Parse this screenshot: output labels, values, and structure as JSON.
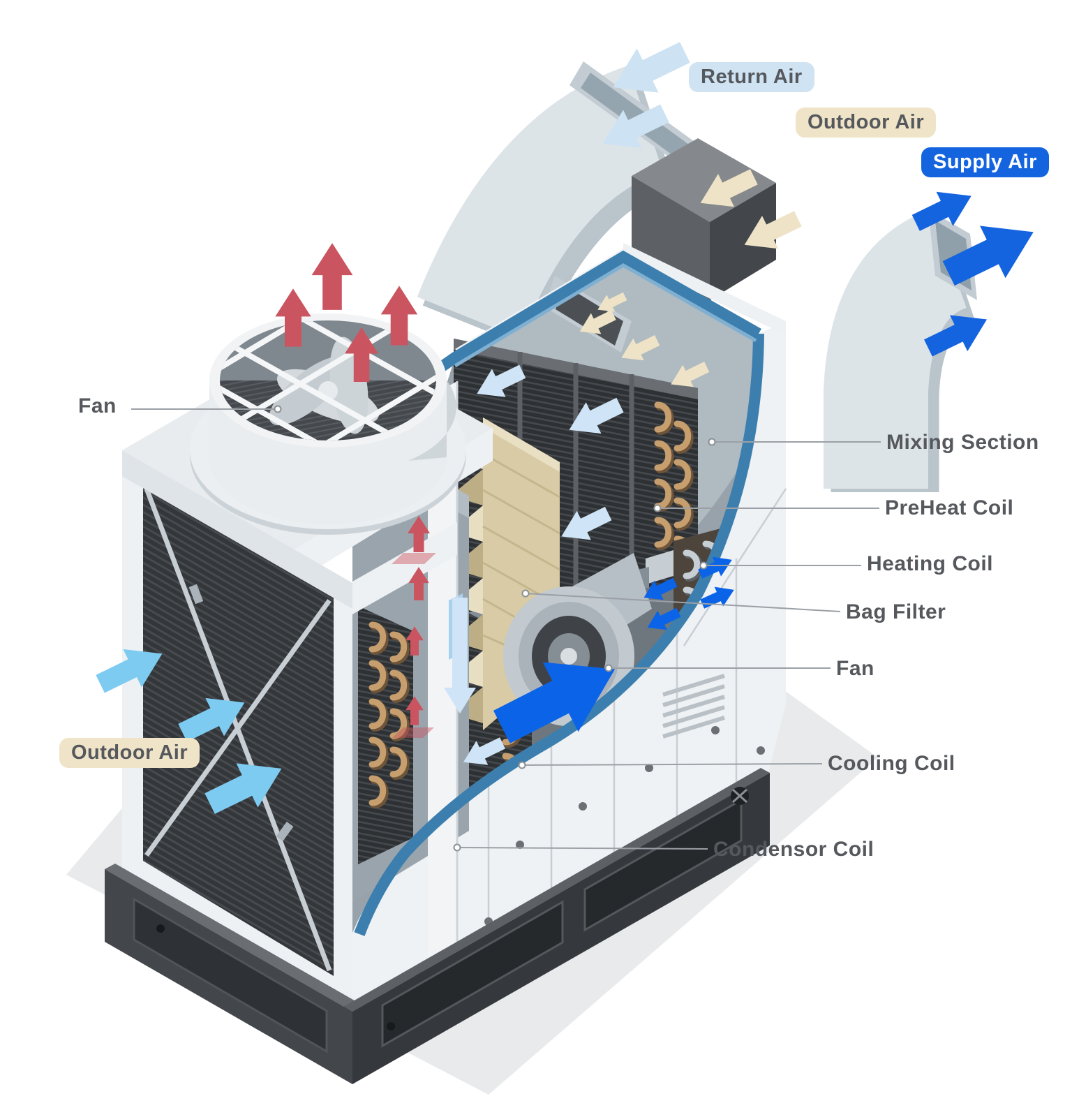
{
  "diagram": {
    "type": "isometric-cutaway",
    "subject": "HVAC air handling unit with cooling tower, ducts and air flow arrows"
  },
  "flow_labels": {
    "return_air": "Return Air",
    "outdoor_air_top": "Outdoor Air",
    "supply_air": "Supply Air",
    "outdoor_air_left": "Outdoor Air"
  },
  "component_labels": {
    "fan_left": "Fan",
    "mixing_section": "Mixing Section",
    "preheat_coil": "PreHeat Coil",
    "heating_coil": "Heating Coil",
    "bag_filter": "Bag Filter",
    "fan_right": "Fan",
    "cooling_coil": "Cooling Coil",
    "condensor_coil": "Condensor Coil"
  },
  "colors": {
    "supply_blue": "#1464df",
    "return_light_blue": "#cfe3f3",
    "outdoor_beige": "#efe4c8",
    "sky_blue_arrow": "#7ecbf2",
    "pale_blue_arrow": "#cfe4f6",
    "hot_red_arrow": "#ca5560",
    "cut_edge_blue": "#3c7fae",
    "coil_copper": "#c79f6e",
    "label_text": "#55585c",
    "casing_white": "#eff2f4",
    "base_dark": "#35393d"
  }
}
